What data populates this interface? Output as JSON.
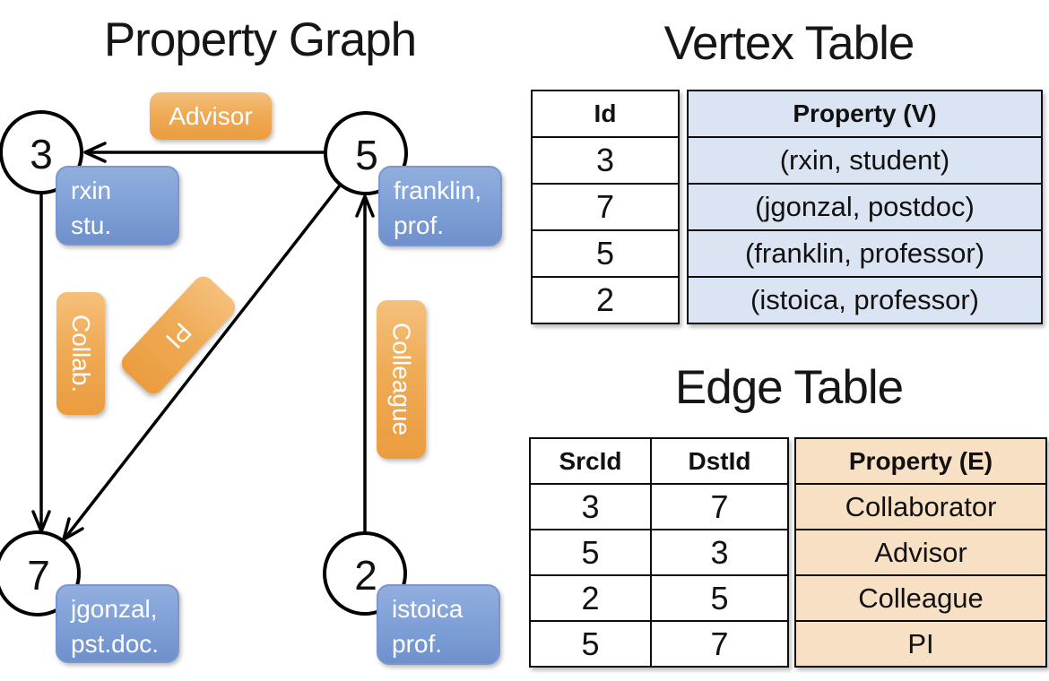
{
  "titles": {
    "graph": "Property Graph",
    "vertex": "Vertex Table",
    "edge": "Edge Table"
  },
  "graph": {
    "nodes": {
      "n3": {
        "id": "3",
        "line1": "rxin",
        "line2": "stu."
      },
      "n5": {
        "id": "5",
        "line1": "franklin,",
        "line2": "prof."
      },
      "n7": {
        "id": "7",
        "line1": "jgonzal,",
        "line2": "pst.doc."
      },
      "n2": {
        "id": "2",
        "line1": "istoica",
        "line2": "prof."
      }
    },
    "edge_labels": {
      "advisor": "Advisor",
      "collab": "Collab.",
      "pi": "PI",
      "colleague": "Colleague"
    }
  },
  "vertex_table": {
    "id_header": "Id",
    "property_header": "Property (V)",
    "rows": [
      {
        "id": "3",
        "property": "(rxin, student)"
      },
      {
        "id": "7",
        "property": "(jgonzal, postdoc)"
      },
      {
        "id": "5",
        "property": "(franklin, professor)"
      },
      {
        "id": "2",
        "property": "(istoica, professor)"
      }
    ]
  },
  "edge_table": {
    "src_header": "SrcId",
    "dst_header": "DstId",
    "property_header": "Property (E)",
    "rows": [
      {
        "src": "3",
        "dst": "7",
        "property": "Collaborator"
      },
      {
        "src": "5",
        "dst": "3",
        "property": "Advisor"
      },
      {
        "src": "2",
        "dst": "5",
        "property": "Colleague"
      },
      {
        "src": "5",
        "dst": "7",
        "property": "PI"
      }
    ]
  },
  "colors": {
    "edge_label_orange": "#eda24c",
    "vertex_label_blue": "#7fa0d7",
    "vertex_cell_blue": "#dbe4f3",
    "edge_cell_peach": "#f7e0c4",
    "line_black": "#000000"
  }
}
